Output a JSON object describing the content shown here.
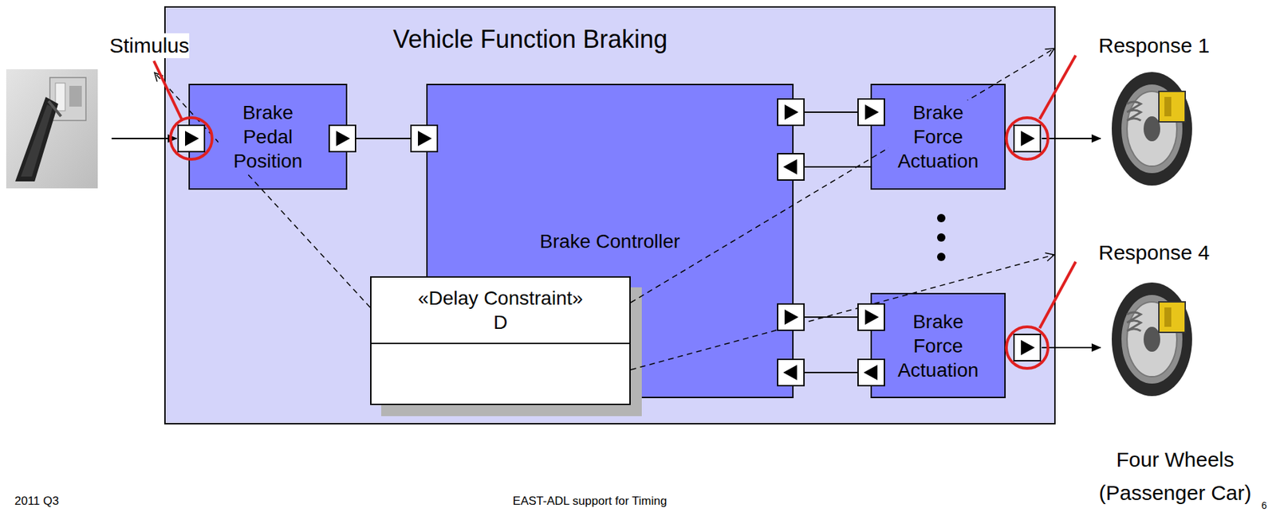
{
  "diagram": {
    "nodes": [
      {
        "text": [
          "Vehicle Function Braking"
        ]
      },
      {
        "text": [
          "Brake Pedal Position"
        ],
        "in": 0
      },
      {
        "text": [
          "Brake Controller"
        ],
        "in": 0
      },
      {
        "text": [
          "Brake Force Actuation"
        ],
        "in": 0
      },
      {
        "text": [
          "Brake Force Actuation"
        ],
        "in": 0
      },
      {
        "text": [
          "«Delay Constraint»",
          "D"
        ],
        "in": 0
      }
    ],
    "edges": [
      {
        "from": 1,
        "to": 2,
        "arrow": "none"
      },
      {
        "from": 2,
        "to": 3,
        "arrow": "none"
      },
      {
        "from": 3,
        "to": 2,
        "arrow": "none"
      },
      {
        "from": 2,
        "to": 4,
        "arrow": "none"
      },
      {
        "from": 4,
        "to": 2,
        "arrow": "none"
      }
    ],
    "labels": [
      "Stimulus",
      "Response 1",
      "Response 4",
      "Four Wheels (Passenger Car)",
      "2011 Q3",
      "EAST-ADL support for Timing",
      "6"
    ]
  }
}
